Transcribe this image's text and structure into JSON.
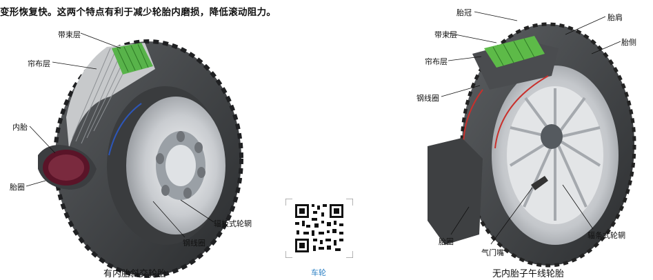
{
  "intro": "变形恢复快。这两个特点有利于减少轮胎内磨损，降低滚动阻力。",
  "left_figure": {
    "caption": "有内胎斜交轮胎",
    "labels": {
      "belt": "带束层",
      "ply": "帘布层",
      "inner_tube": "内胎",
      "bead_flap": "胎圈",
      "disc_rim": "辐板式轮辋",
      "bead_wire": "钢线圈"
    }
  },
  "right_figure": {
    "caption": "无内胎子午线轮胎",
    "labels": {
      "crown": "胎冠",
      "shoulder": "胎肩",
      "sidewall": "胎侧",
      "belt": "带束层",
      "ply": "帘布层",
      "bead_wire": "钢线圈",
      "bead": "胎圈",
      "valve": "气门嘴",
      "spoke_rim": "辐条式轮辋"
    }
  },
  "qr": {
    "caption": "车轮"
  }
}
